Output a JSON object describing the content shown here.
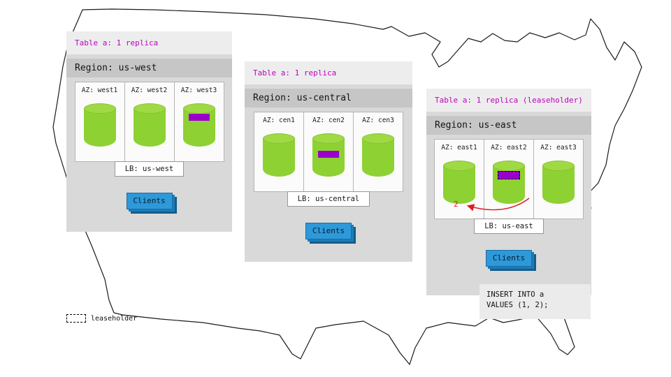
{
  "colors": {
    "replica_purple": "#9900cc",
    "header_magenta": "#bf00bf",
    "cylinder_green": "#8ed133",
    "clients_blue": "#2e99d9",
    "annotation_red": "#e01b24"
  },
  "legend": {
    "label": "leaseholder"
  },
  "panels": [
    {
      "header": "Table a: 1 replica",
      "region": "Region: us-west",
      "azs": [
        {
          "label": "AZ: west1"
        },
        {
          "label": "AZ: west2"
        },
        {
          "label": "AZ: west3"
        }
      ],
      "lb": "LB: us-west",
      "clients": "Clients"
    },
    {
      "header": "Table a: 1 replica",
      "region": "Region: us-central",
      "azs": [
        {
          "label": "AZ: cen1"
        },
        {
          "label": "AZ: cen2"
        },
        {
          "label": "AZ: cen3"
        }
      ],
      "lb": "LB: us-central",
      "clients": "Clients"
    },
    {
      "header": "Table a: 1 replica (leaseholder)",
      "region": "Region: us-east",
      "azs": [
        {
          "label": "AZ: east1"
        },
        {
          "label": "AZ: east2"
        },
        {
          "label": "AZ: east3"
        }
      ],
      "lb": "LB: us-east",
      "clients": "Clients",
      "annotation": "2",
      "sql_line1": "INSERT INTO a",
      "sql_line2": "VALUES (1, 2);"
    }
  ]
}
